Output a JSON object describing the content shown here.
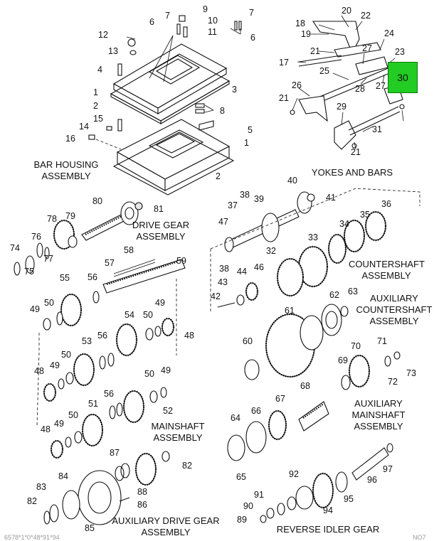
{
  "diagram": {
    "highlight_color": "#22cc22",
    "highlighted_callout": "30",
    "captions": {
      "bar_housing": [
        "BAR HOUSING",
        "ASSEMBLY"
      ],
      "yokes_bars": [
        "YOKES AND BARS"
      ],
      "drive_gear": [
        "DRIVE GEAR",
        "ASSEMBLY"
      ],
      "countershaft": [
        "COUNTERSHAFT",
        "ASSEMBLY"
      ],
      "aux_countershaft": [
        "AUXILIARY",
        "COUNTERSHAFT",
        "ASSEMBLY"
      ],
      "mainshaft": [
        "MAINSHAFT",
        "ASSEMBLY"
      ],
      "aux_mainshaft": [
        "AUXILIARY",
        "MAINSHAFT",
        "ASSEMBLY"
      ],
      "aux_drive_gear": [
        "AUXILIARY DRIVE GEAR",
        "ASSEMBLY"
      ],
      "reverse_idler": [
        "REVERSE IDLER GEAR",
        "ASSEMBLY"
      ]
    },
    "callouts": [
      "9",
      "7",
      "10",
      "6",
      "11",
      "7",
      "6",
      "12",
      "13",
      "4",
      "1",
      "2",
      "3",
      "8",
      "15",
      "14",
      "16",
      "5",
      "1",
      "2",
      "18",
      "20",
      "22",
      "19",
      "21",
      "17",
      "24",
      "27",
      "23",
      "25",
      "28",
      "27",
      "21",
      "26",
      "29",
      "31",
      "21",
      "40",
      "41",
      "38",
      "39",
      "37",
      "36",
      "35",
      "34",
      "47",
      "33",
      "32",
      "80",
      "81",
      "78",
      "79",
      "76",
      "74",
      "77",
      "75",
      "58",
      "57",
      "59",
      "55",
      "56",
      "38",
      "44",
      "46",
      "43",
      "42",
      "54",
      "49",
      "50",
      "49",
      "50",
      "48",
      "62",
      "63",
      "61",
      "53",
      "56",
      "60",
      "70",
      "71",
      "69",
      "72",
      "73",
      "48",
      "49",
      "50",
      "50",
      "49",
      "67",
      "68",
      "51",
      "56",
      "52",
      "64",
      "66",
      "48",
      "49",
      "50",
      "87",
      "65",
      "82",
      "83",
      "84",
      "88",
      "92",
      "97",
      "96",
      "91",
      "90",
      "95",
      "82",
      "86",
      "89",
      "94",
      "85"
    ],
    "footer_left": "6578*1*0*48*91*94",
    "footer_right": "NO7"
  }
}
